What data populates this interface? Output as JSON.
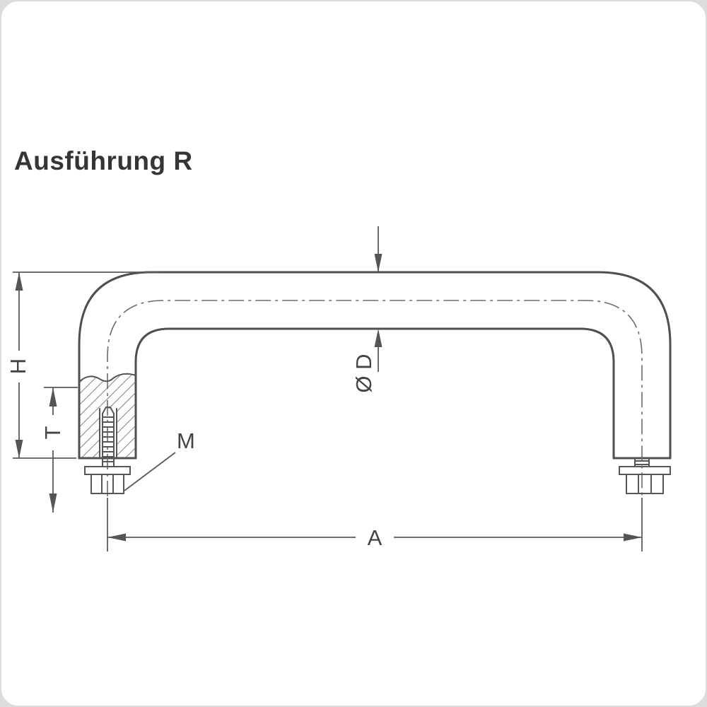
{
  "title": "Ausführung R",
  "labels": {
    "height": "H",
    "thread_depth": "T",
    "thread_size": "M",
    "tube_diameter": "Ø D",
    "hole_spacing": "A"
  },
  "colors": {
    "drawing_line": "#4f4f4f",
    "dimension_line": "#5a5a5a",
    "text": "#3a3a3a",
    "background": "#ffffff"
  }
}
